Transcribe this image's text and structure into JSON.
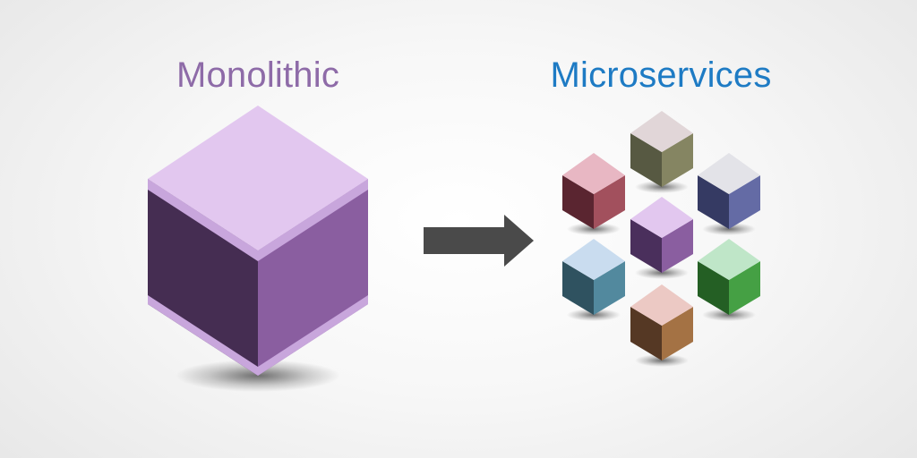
{
  "diagram": {
    "left_label": "Monolithic",
    "right_label": "Microservices",
    "colors": {
      "left_label": "#8e6ba8",
      "right_label": "#1e7bc4",
      "arrow": "#4a4a4a"
    },
    "monolith": {
      "colors": {
        "top": "#e2c7ef",
        "left": "#452d52",
        "right": "#8a5ea0",
        "rim": "#c8a6dc"
      }
    },
    "microservices": [
      {
        "name": "red",
        "colors": {
          "top": "#e8b7c3",
          "left": "#5a2530",
          "right": "#a2505d"
        }
      },
      {
        "name": "olive",
        "colors": {
          "top": "#e1d6d8",
          "left": "#575942",
          "right": "#858562"
        }
      },
      {
        "name": "slate-blue",
        "colors": {
          "top": "#e3e3e8",
          "left": "#353a63",
          "right": "#646ba5"
        }
      },
      {
        "name": "purple",
        "colors": {
          "top": "#e2c7ef",
          "left": "#4a2f5c",
          "right": "#8a5ea0"
        }
      },
      {
        "name": "teal",
        "colors": {
          "top": "#c9dcef",
          "left": "#2f5260",
          "right": "#52899e"
        }
      },
      {
        "name": "green",
        "colors": {
          "top": "#bfe6c8",
          "left": "#245f24",
          "right": "#45a044"
        }
      },
      {
        "name": "brown",
        "colors": {
          "top": "#ecc9c4",
          "left": "#553824",
          "right": "#a47244"
        }
      }
    ]
  }
}
